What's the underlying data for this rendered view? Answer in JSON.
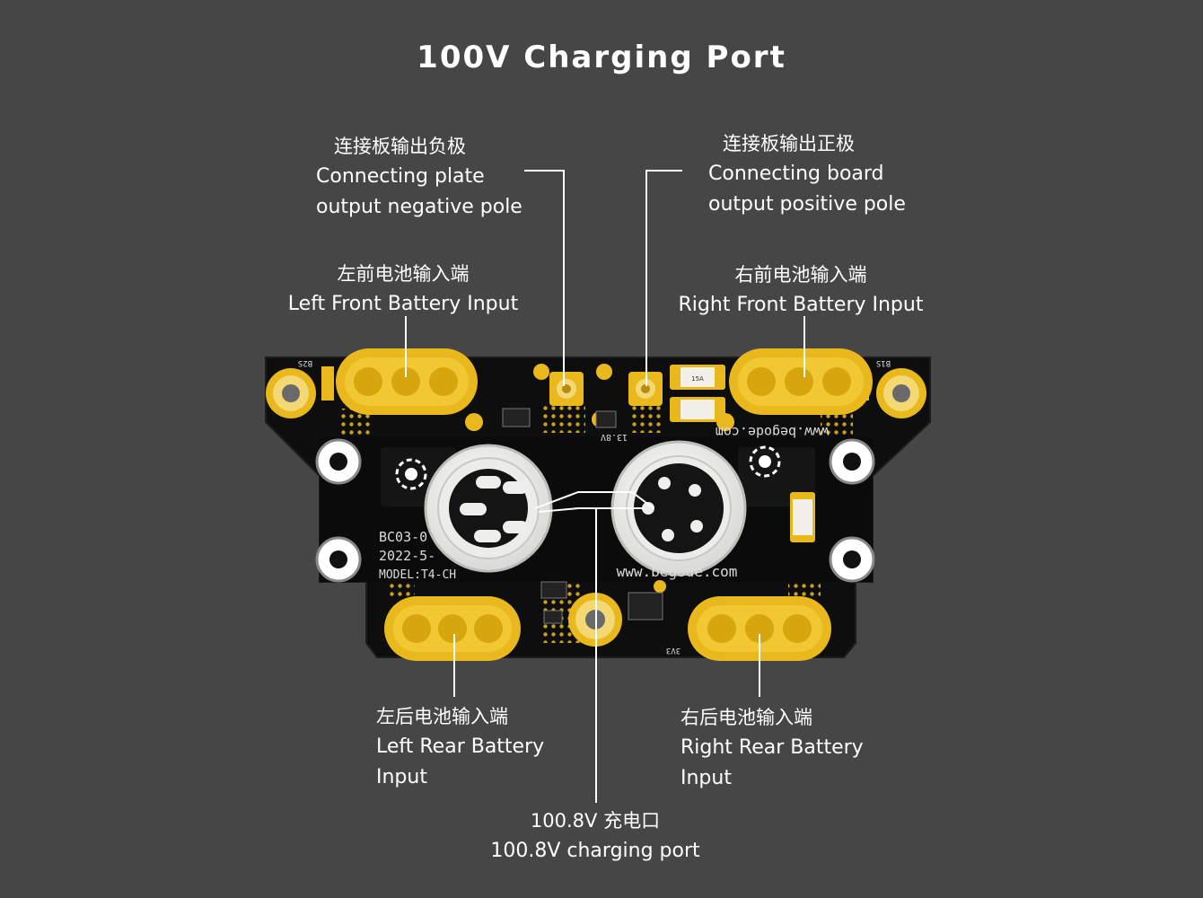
{
  "title": "100V Charging Port",
  "callouts": {
    "negative": {
      "zh": "连接板输出负极",
      "en1": "Connecting plate",
      "en2": "output negative pole"
    },
    "positive": {
      "zh": "连接板输出正极",
      "en1": "Connecting board",
      "en2": "output positive pole"
    },
    "left_front": {
      "zh": "左前电池输入端",
      "en": "Left Front Battery Input"
    },
    "right_front": {
      "zh": "右前电池输入端",
      "en": "Right Front Battery Input"
    },
    "left_rear": {
      "zh": "左后电池输入端",
      "en1": "Left Rear Battery",
      "en2": "Input"
    },
    "right_rear": {
      "zh": "右后电池输入端",
      "en1": "Right Rear Battery",
      "en2": "Input"
    },
    "charging": {
      "zh": "100.8V 充电口",
      "en": "100.8V charging port"
    }
  },
  "silkscreen": {
    "website": "www.begode.com",
    "website_bottom": "www.begode.com",
    "model_line1": "BC03-0",
    "model_line2": "2022-5-",
    "model_line3": "MODEL:T4-CH",
    "code_left": "B2S",
    "code_right": "B1S",
    "voltage_mark": "13.8V",
    "rail": "3V3",
    "fuse_label": "15A"
  },
  "colors": {
    "background": "#464646",
    "pcb": "#0e0e0e",
    "gold": "#e8b81c",
    "connector": "#f2f2ee",
    "line": "#ffffff"
  }
}
